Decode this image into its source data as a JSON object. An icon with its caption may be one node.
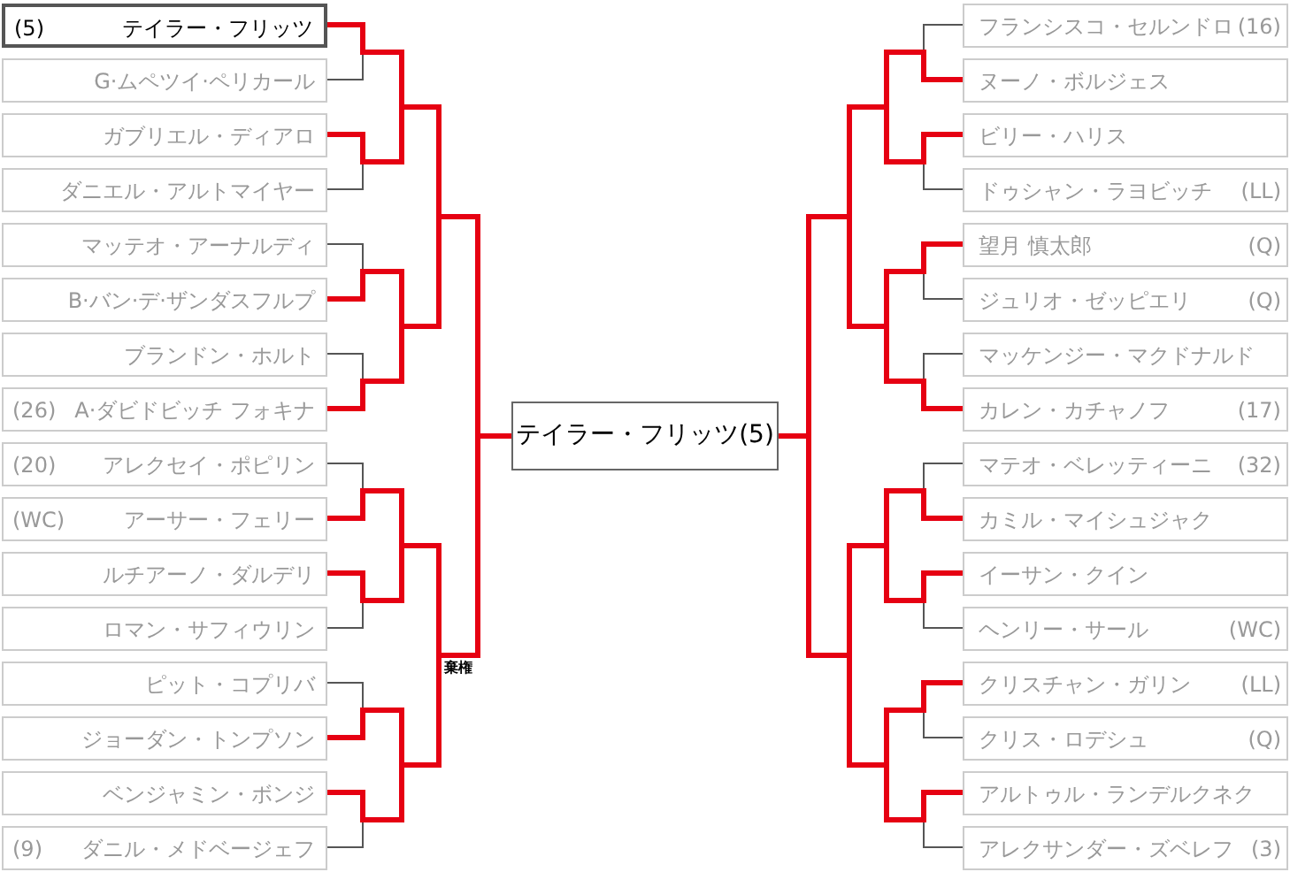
{
  "diagram": {
    "nodes": [
      {
        "text": [
          "(5)",
          "テイラー・フリッツ"
        ]
      },
      {
        "text": [
          "G·ムペツイ·ペリカール"
        ]
      },
      {
        "text": [
          "ガブリエル・ディアロ"
        ]
      },
      {
        "text": [
          "ダニエル・アルトマイヤー"
        ]
      },
      {
        "text": [
          "マッテオ・アーナルディ"
        ]
      },
      {
        "text": [
          "B·バン·デ·ザンダスフルプ"
        ]
      },
      {
        "text": [
          "ブランドン・ホルト"
        ]
      },
      {
        "text": [
          "(26)",
          "A·ダビドビッチ フォキナ"
        ]
      },
      {
        "text": [
          "(20)",
          "アレクセイ・ポピリン"
        ]
      },
      {
        "text": [
          "(WC)",
          "アーサー・フェリー"
        ]
      },
      {
        "text": [
          "ルチアーノ・ダルデリ"
        ]
      },
      {
        "text": [
          "ロマン・サフィウリン"
        ]
      },
      {
        "text": [
          "ピット・コプリバ"
        ]
      },
      {
        "text": [
          "ジョーダン・トンプソン"
        ]
      },
      {
        "text": [
          "ベンジャミン・ボンジ"
        ]
      },
      {
        "text": [
          "(9)",
          "ダニル・メドベージェフ"
        ]
      },
      {
        "text": [
          "フランシスコ・セルンドロ",
          "(16)"
        ]
      },
      {
        "text": [
          "ヌーノ・ボルジェス"
        ]
      },
      {
        "text": [
          "ビリー・ハリス"
        ]
      },
      {
        "text": [
          "ドゥシャン・ラヨビッチ",
          "(LL)"
        ]
      },
      {
        "text": [
          "望月 慎太郎",
          "(Q)"
        ]
      },
      {
        "text": [
          "ジュリオ・ゼッピエリ",
          "(Q)"
        ]
      },
      {
        "text": [
          "マッケンジー・マクドナルド"
        ]
      },
      {
        "text": [
          "カレン・カチャノフ",
          "(17)"
        ]
      },
      {
        "text": [
          "マテオ・ベレッティーニ",
          "(32)"
        ]
      },
      {
        "text": [
          "カミル・マイシュジャク"
        ]
      },
      {
        "text": [
          "イーサン・クイン"
        ]
      },
      {
        "text": [
          "ヘンリー・サール",
          "(WC)"
        ]
      },
      {
        "text": [
          "クリスチャン・ガリン",
          "(LL)"
        ]
      },
      {
        "text": [
          "クリス・ロデシュ",
          "(Q)"
        ]
      },
      {
        "text": [
          "アルトゥル・ランデルクネク"
        ]
      },
      {
        "text": [
          "アレクサンダー・ズベレフ",
          "(3)"
        ]
      },
      {
        "text": [
          "テイラー・フリッツ(5)"
        ]
      }
    ],
    "edges": [
      {
        "from": 0,
        "to": 32,
        "arrow": "none",
        "style": "thick",
        "color": "#e60012"
      },
      {
        "from": 1,
        "to": 32,
        "arrow": "none",
        "color": "#555555"
      },
      {
        "from": 2,
        "to": 32,
        "arrow": "none",
        "style": "thick",
        "color": "#e60012"
      },
      {
        "from": 3,
        "to": 32,
        "arrow": "none",
        "color": "#555555"
      },
      {
        "from": 4,
        "to": 32,
        "arrow": "none",
        "color": "#555555"
      },
      {
        "from": 5,
        "to": 32,
        "arrow": "none",
        "style": "thick",
        "color": "#e60012"
      },
      {
        "from": 6,
        "to": 32,
        "arrow": "none",
        "color": "#555555"
      },
      {
        "from": 7,
        "to": 32,
        "arrow": "none",
        "style": "thick",
        "color": "#e60012"
      },
      {
        "from": 8,
        "to": 32,
        "arrow": "none",
        "color": "#555555"
      },
      {
        "from": 9,
        "to": 32,
        "arrow": "none",
        "style": "thick",
        "color": "#e60012"
      },
      {
        "from": 10,
        "to": 32,
        "arrow": "none",
        "style": "thick",
        "color": "#e60012"
      },
      {
        "from": 11,
        "to": 32,
        "arrow": "none",
        "color": "#555555"
      },
      {
        "from": 12,
        "to": 32,
        "arrow": "none",
        "color": "#555555"
      },
      {
        "from": 13,
        "to": 32,
        "arrow": "none",
        "style": "thick",
        "color": "#e60012"
      },
      {
        "from": 14,
        "to": 32,
        "arrow": "none",
        "style": "thick",
        "color": "#e60012"
      },
      {
        "from": 15,
        "to": 32,
        "arrow": "none",
        "color": "#555555"
      },
      {
        "from": 16,
        "to": 32,
        "arrow": "none",
        "color": "#555555"
      },
      {
        "from": 17,
        "to": 32,
        "arrow": "none",
        "style": "thick",
        "color": "#e60012"
      },
      {
        "from": 18,
        "to": 32,
        "arrow": "none",
        "style": "thick",
        "color": "#e60012"
      },
      {
        "from": 19,
        "to": 32,
        "arrow": "none",
        "color": "#555555"
      },
      {
        "from": 20,
        "to": 32,
        "arrow": "none",
        "style": "thick",
        "color": "#e60012"
      },
      {
        "from": 21,
        "to": 32,
        "arrow": "none",
        "color": "#555555"
      },
      {
        "from": 22,
        "to": 32,
        "arrow": "none",
        "color": "#555555"
      },
      {
        "from": 23,
        "to": 32,
        "arrow": "none",
        "style": "thick",
        "color": "#e60012"
      },
      {
        "from": 24,
        "to": 32,
        "arrow": "none",
        "color": "#555555"
      },
      {
        "from": 25,
        "to": 32,
        "arrow": "none",
        "style": "thick",
        "color": "#e60012"
      },
      {
        "from": 26,
        "to": 32,
        "arrow": "none",
        "style": "thick",
        "color": "#e60012"
      },
      {
        "from": 27,
        "to": 32,
        "arrow": "none",
        "color": "#555555"
      },
      {
        "from": 28,
        "to": 32,
        "arrow": "none",
        "style": "thick",
        "color": "#e60012"
      },
      {
        "from": 29,
        "to": 32,
        "arrow": "none",
        "color": "#555555"
      },
      {
        "from": 30,
        "to": 32,
        "arrow": "none",
        "style": "thick",
        "color": "#e60012"
      },
      {
        "from": 31,
        "to": 32,
        "arrow": "none",
        "color": "#555555"
      }
    ],
    "labels": [
      "棄権"
    ]
  }
}
